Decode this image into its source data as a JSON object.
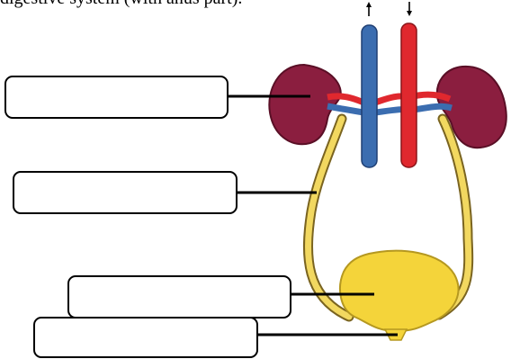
{
  "header_text": "digestive system (with anus part).",
  "diagram": {
    "label_boxes": [
      {
        "id": "kidney",
        "text": ""
      },
      {
        "id": "ureter",
        "text": ""
      },
      {
        "id": "bladder",
        "text": ""
      },
      {
        "id": "urethra",
        "text": ""
      }
    ],
    "colors": {
      "kidney": "#8b1e3f",
      "vein": "#3b6db0",
      "artery": "#e0282e",
      "ureter": "#f2d860",
      "bladder": "#f4d43a",
      "outline": "#000000"
    }
  }
}
